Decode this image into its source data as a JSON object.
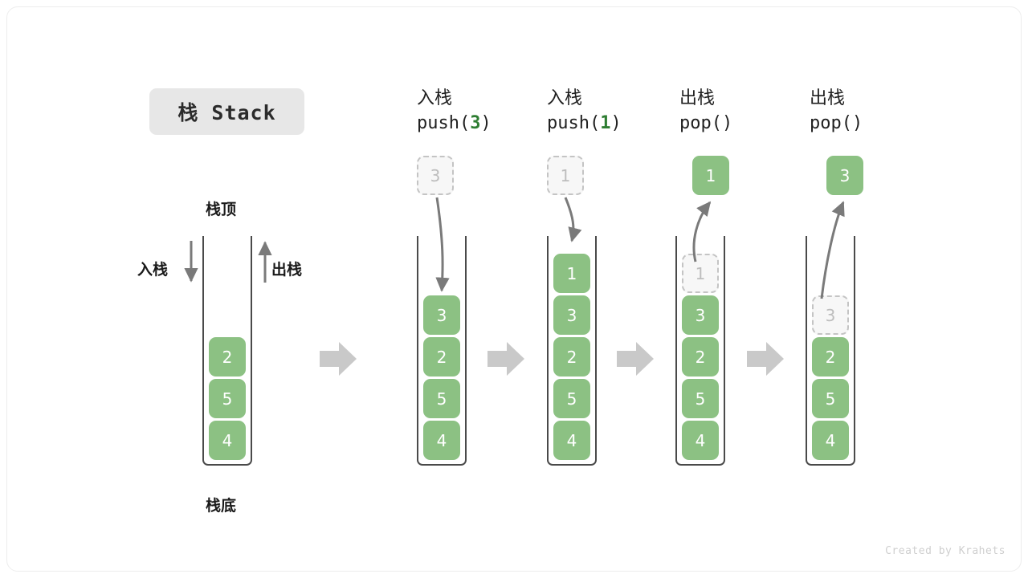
{
  "title": {
    "text": "栈 Stack"
  },
  "labels": {
    "top": "栈顶",
    "bottom": "栈底",
    "push_side": "入栈",
    "pop_side": "出栈"
  },
  "colors": {
    "cell_fill": "#8cc183",
    "ghost_fill": "#f7f7f7",
    "ghost_border": "#c4c4c4",
    "tube_border": "#4a4a4a",
    "arrow_gray": "#7a7a7a",
    "step_arrow": "#c9c9c9",
    "accent_green": "#2e7d32",
    "title_bg": "#e7e7e7",
    "footer_text": "#cfcfcf"
  },
  "steps": [
    {
      "id": "initial",
      "header_line1": "",
      "header_line2": "",
      "header_arg": "",
      "cells": [
        {
          "value": "2",
          "state": "filled"
        },
        {
          "value": "5",
          "state": "filled"
        },
        {
          "value": "4",
          "state": "filled"
        }
      ],
      "float_box": null
    },
    {
      "id": "push-3",
      "header_line1": "入栈",
      "header_line2_prefix": "push(",
      "header_arg": "3",
      "header_line2_suffix": ")",
      "cells": [
        {
          "value": "3",
          "state": "filled"
        },
        {
          "value": "2",
          "state": "filled"
        },
        {
          "value": "5",
          "state": "filled"
        },
        {
          "value": "4",
          "state": "filled"
        }
      ],
      "float_box": {
        "value": "3",
        "state": "ghost"
      }
    },
    {
      "id": "push-1",
      "header_line1": "入栈",
      "header_line2_prefix": "push(",
      "header_arg": "1",
      "header_line2_suffix": ")",
      "cells": [
        {
          "value": "1",
          "state": "filled"
        },
        {
          "value": "3",
          "state": "filled"
        },
        {
          "value": "2",
          "state": "filled"
        },
        {
          "value": "5",
          "state": "filled"
        },
        {
          "value": "4",
          "state": "filled"
        }
      ],
      "float_box": {
        "value": "1",
        "state": "ghost"
      }
    },
    {
      "id": "pop-1",
      "header_line1": "出栈",
      "header_line2_prefix": "pop(",
      "header_arg": "",
      "header_line2_suffix": ")",
      "cells": [
        {
          "value": "1",
          "state": "ghost"
        },
        {
          "value": "3",
          "state": "filled"
        },
        {
          "value": "2",
          "state": "filled"
        },
        {
          "value": "5",
          "state": "filled"
        },
        {
          "value": "4",
          "state": "filled"
        }
      ],
      "float_box": {
        "value": "1",
        "state": "filled"
      }
    },
    {
      "id": "pop-3",
      "header_line1": "出栈",
      "header_line2_prefix": "pop(",
      "header_arg": "",
      "header_line2_suffix": ")",
      "cells": [
        {
          "value": "3",
          "state": "ghost"
        },
        {
          "value": "2",
          "state": "filled"
        },
        {
          "value": "5",
          "state": "filled"
        },
        {
          "value": "4",
          "state": "filled"
        }
      ],
      "float_box": {
        "value": "3",
        "state": "filled"
      }
    }
  ],
  "footer": {
    "credit": "Created by Krahets"
  }
}
